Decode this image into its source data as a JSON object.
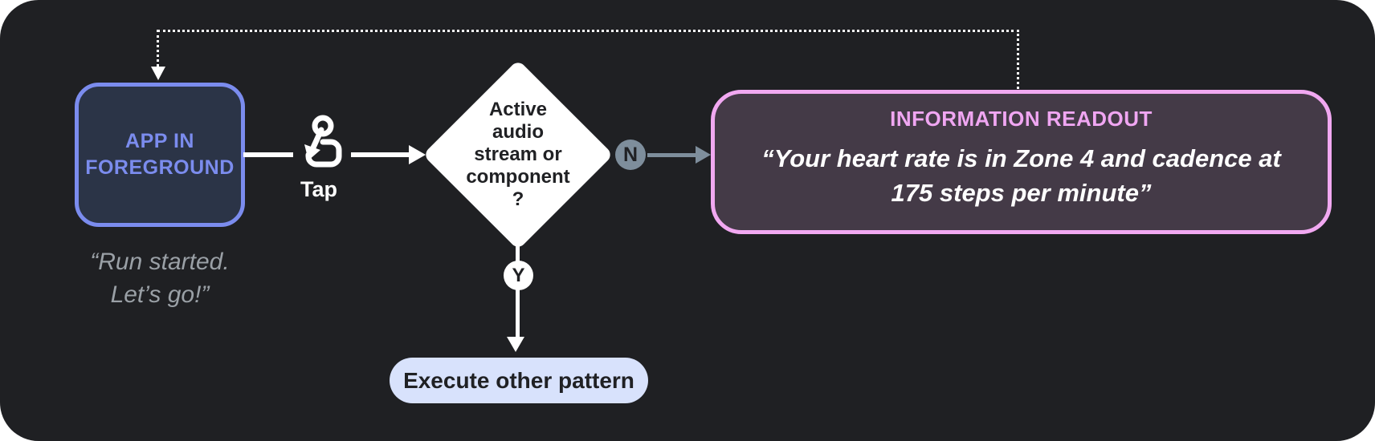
{
  "colors": {
    "canvas_bg": "#1F2023",
    "page_bg": "#FFFFFF",
    "accent_blue": "#7B8CEE",
    "app_box_fill": "#2B3447",
    "caption_gray": "#9AA0A6",
    "dark_text": "#202124",
    "slate": "#7E8E9C",
    "readout_border": "#F1A8F1",
    "readout_fill": "#443A47",
    "readout_title": "#F0A6F2",
    "pill_fill": "#D8E2FC",
    "white": "#FFFFFF"
  },
  "flowchart": {
    "app_node": {
      "label": "APP IN\nFOREGROUND",
      "caption": "“Run started.\nLet’s go!”"
    },
    "tap": {
      "label": "Tap"
    },
    "decision": {
      "label": "Active\naudio\nstream or\ncomponent\n?"
    },
    "no_badge": "N",
    "yes_badge": "Y",
    "readout_node": {
      "title": "INFORMATION READOUT",
      "quote": "“Your heart rate is in Zone 4 and cadence at\n175 steps per minute”"
    },
    "action_node": {
      "label": "Execute other pattern"
    }
  }
}
